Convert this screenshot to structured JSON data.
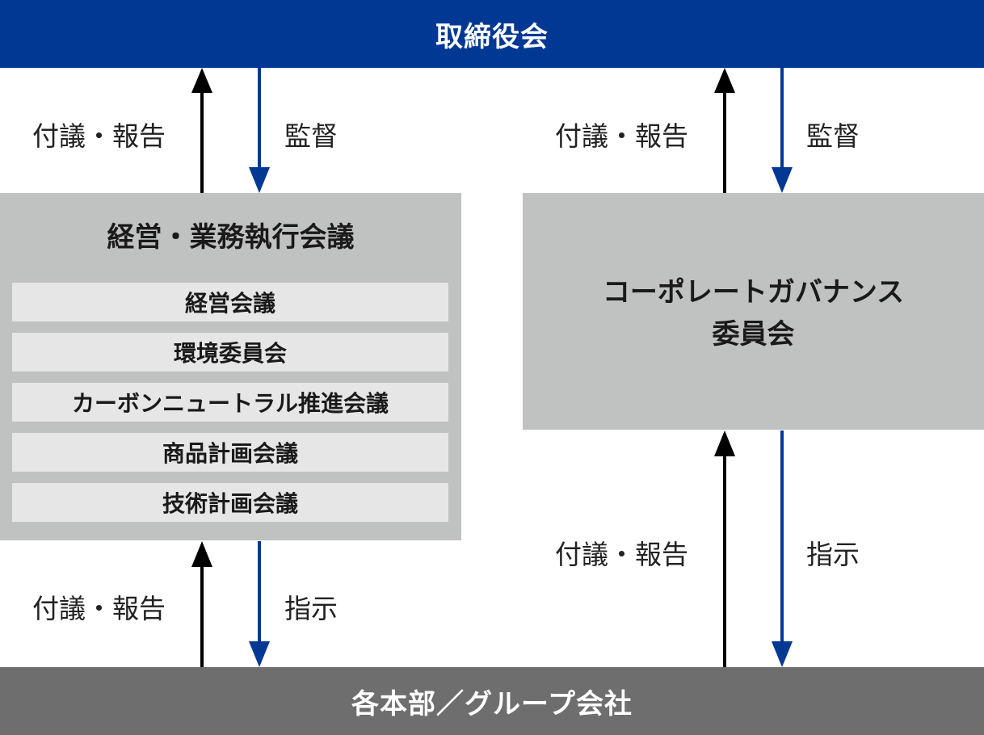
{
  "board": {
    "title": "取締役会"
  },
  "executive_meeting": {
    "title": "経営・業務執行会議",
    "subcommittees": [
      {
        "label": "経営会議"
      },
      {
        "label": "環境委員会"
      },
      {
        "label": "カーボンニュートラル推進会議"
      },
      {
        "label": "商品計画会議"
      },
      {
        "label": "技術計画会議"
      }
    ]
  },
  "governance_committee": {
    "title_line1": "コーポレートガバナンス",
    "title_line2": "委員会"
  },
  "divisions": {
    "title": "各本部／グループ会社"
  },
  "flows": {
    "report_label": "付議・報告",
    "supervise_label": "監督",
    "instruct_label": "指示"
  },
  "colors": {
    "navy": "#003894",
    "gray_dark": "#6e6e6e",
    "gray_panel": "#c0c1c1",
    "gray_light": "#e6e6e6",
    "arrow_up": "#000000",
    "arrow_down": "#003894"
  }
}
